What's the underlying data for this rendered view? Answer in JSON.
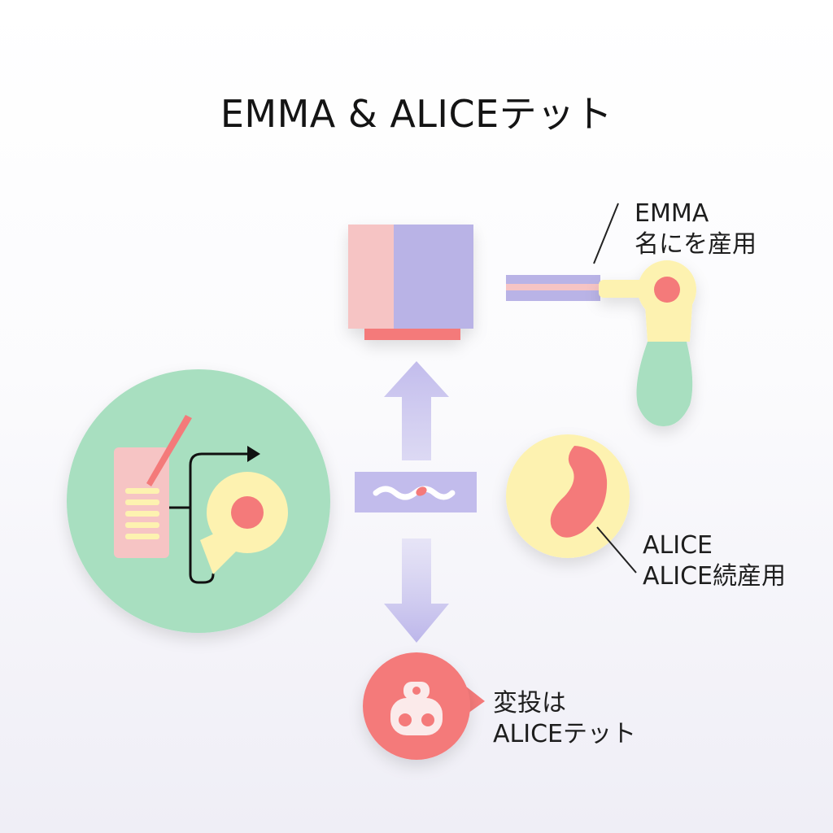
{
  "diagram": {
    "title": "EMMA & ALICEテット",
    "emma": {
      "line1": "EMMA",
      "line2": "名にを産用"
    },
    "alice": {
      "line1": "ALICE",
      "line2": "ALICE続産用"
    },
    "result": {
      "line1": "変投は",
      "line2": "ALICEテット"
    }
  },
  "colors": {
    "pink_light": "#f6c4c4",
    "lavender": "#b9b3e6",
    "lavender_light": "#d3cff0",
    "coral": "#f47a7a",
    "mint": "#a8dfc0",
    "cream": "#fdf2b0",
    "black": "#111111",
    "white": "#fbeaea"
  }
}
